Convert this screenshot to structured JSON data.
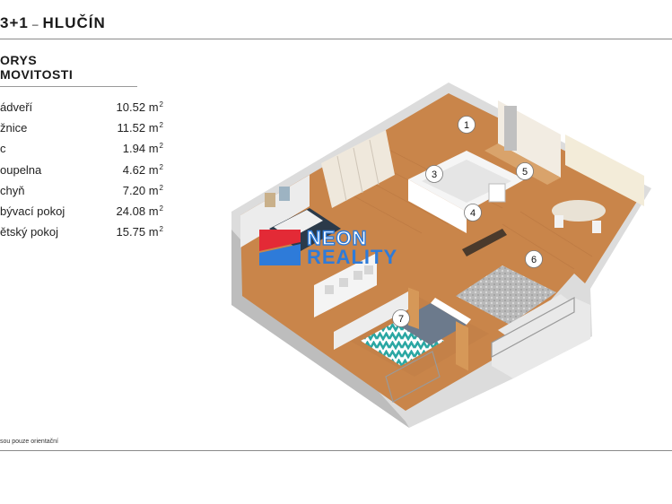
{
  "header": {
    "prefix": "3+1",
    "separator": "–",
    "city": "HLUČÍN"
  },
  "section": {
    "line1": "ORYS",
    "line2": "MOVITOSTI"
  },
  "rooms": [
    {
      "name": "ádveří",
      "area": "10.52",
      "unit": "m",
      "exp": "2"
    },
    {
      "name": "žnice",
      "area": "11.52",
      "unit": "m",
      "exp": "2"
    },
    {
      "name": "c",
      "area": "1.94",
      "unit": "m",
      "exp": "2"
    },
    {
      "name": "oupelna",
      "area": "4.62",
      "unit": "m",
      "exp": "2"
    },
    {
      "name": "chyň",
      "area": "7.20",
      "unit": "m",
      "exp": "2"
    },
    {
      "name": "bývací pokoj",
      "area": "24.08",
      "unit": "m",
      "exp": "2"
    },
    {
      "name": "ětský pokoj",
      "area": "15.75",
      "unit": "m",
      "exp": "2"
    }
  ],
  "floorplan": {
    "markers": [
      "1",
      "3",
      "5",
      "4",
      "6",
      "7"
    ],
    "watermark": {
      "line1": "NEON",
      "line2": "REALITY"
    }
  },
  "footer_note": "sou pouze orientační",
  "colors": {
    "accent_red": "#e32a36",
    "accent_blue": "#2e7bd9",
    "floor_wood": "#c9854a",
    "wall": "#ededed"
  }
}
